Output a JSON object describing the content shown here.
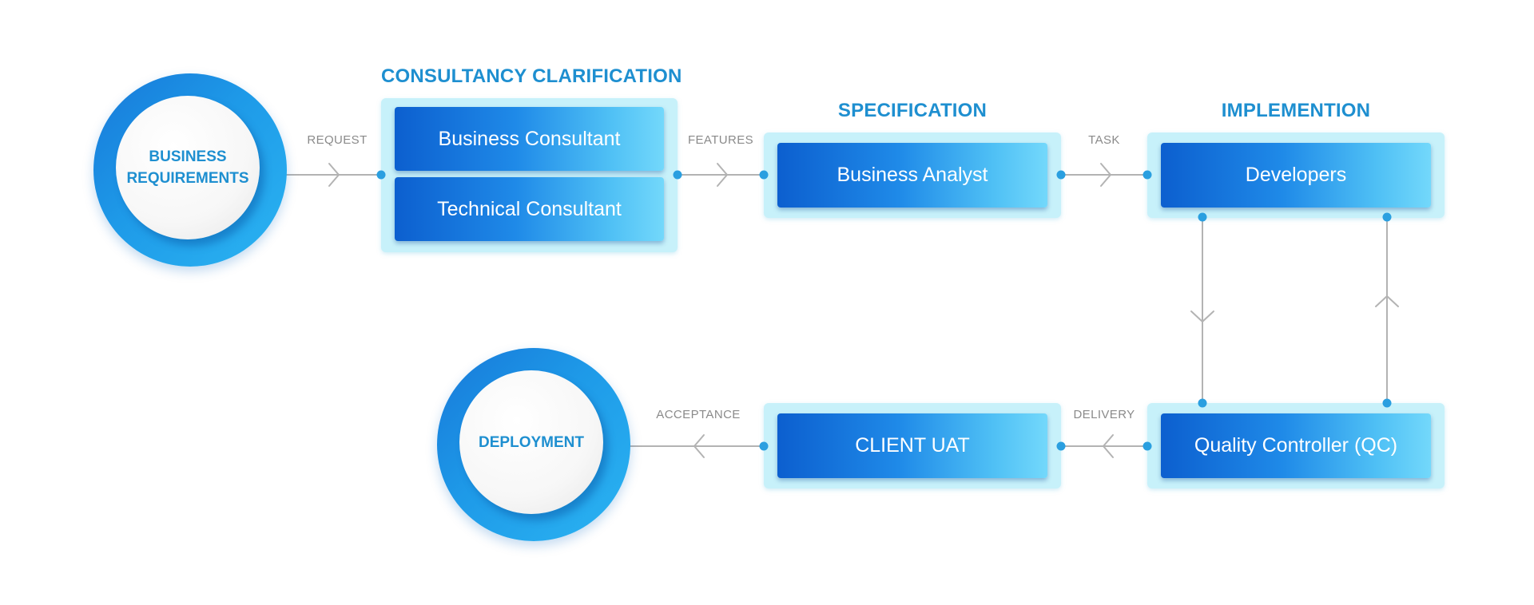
{
  "sections": {
    "consultancy": "CONSULTANCY CLARIFICATION",
    "specification": "SPECIFICATION",
    "implementation": "IMPLEMENTION"
  },
  "nodes": {
    "business_requirements": "BUSINESS\nREQUIREMENTS",
    "business_consultant": "Business Consultant",
    "technical_consultant": "Technical Consultant",
    "business_analyst": "Business Analyst",
    "developers": "Developers",
    "quality_controller": "Quality Controller (QC)",
    "client_uat": "CLIENT UAT",
    "deployment": "DEPLOYMENT"
  },
  "edges": {
    "request": "REQUEST",
    "features": "FEATURES",
    "task": "TASK",
    "delivery": "DELIVERY",
    "acceptance": "ACCEPTANCE"
  },
  "colors": {
    "accent": "#1e8fd0",
    "group_background": "#c7f1fa",
    "connector": "#b3b3b3",
    "port": "#2a9fe0"
  }
}
